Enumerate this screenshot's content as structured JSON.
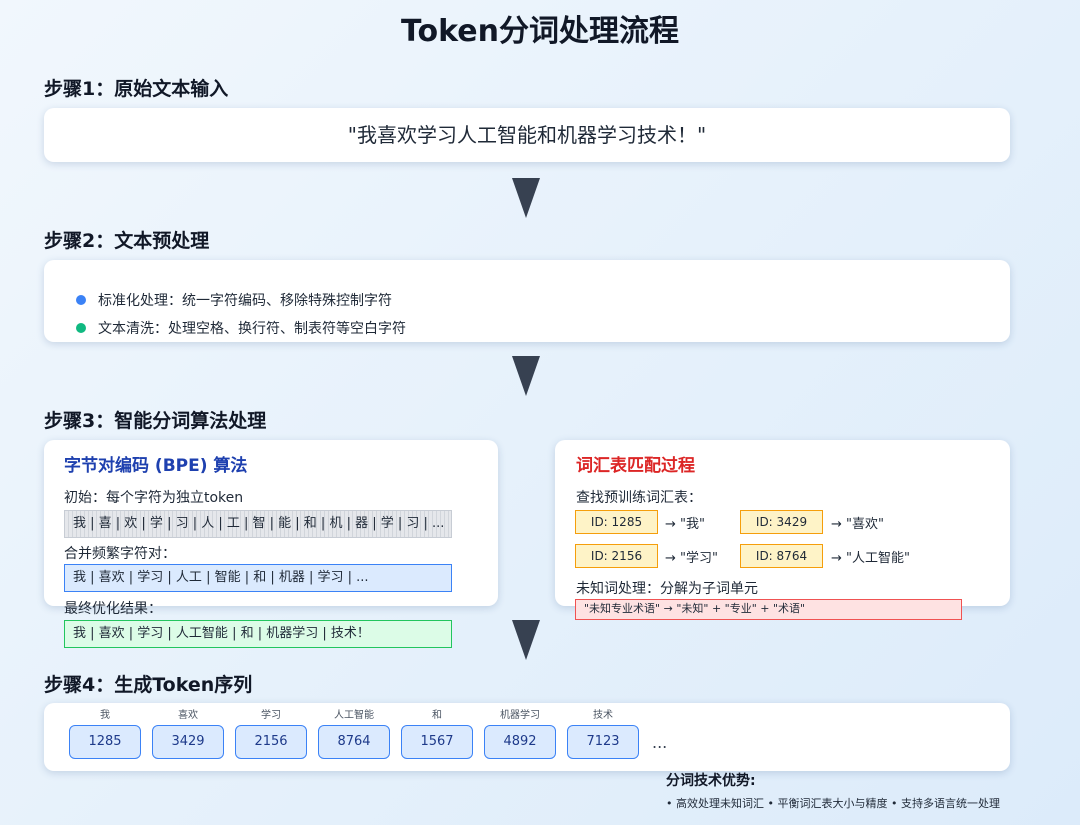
{
  "title": "Token分词处理流程",
  "step1": {
    "title": "步骤1：原始文本输入",
    "input_text": "\"我喜欢学习人工智能和机器学习技术！\""
  },
  "step2": {
    "title": "步骤2：文本预处理",
    "bullets": [
      {
        "text": "标准化处理：统一字符编码、移除特殊控制字符",
        "color": "#3b82f6"
      },
      {
        "text": "文本清洗：处理空格、换行符、制表符等空白字符",
        "color": "#10b981"
      }
    ]
  },
  "step3": {
    "title": "步骤3：智能分词算法处理",
    "bpe": {
      "title": "字节对编码 (BPE) 算法",
      "initial_label": "初始：每个字符为独立token",
      "initial_seq": "我 | 喜 | 欢 | 学 | 习 | 人 | 工 | 智 | 能 | 和 | 机 | 器 | 学 | 习 | ...",
      "merge_label": "合并频繁字符对：",
      "merge_seq": "我 | 喜欢 | 学习 | 人工 | 智能 | 和 | 机器 | 学习 | ...",
      "final_label": "最终优化结果：",
      "final_seq": "我 | 喜欢 | 学习 | 人工智能 | 和 | 机器学习 | 技术！"
    },
    "vocab": {
      "title": "词汇表匹配过程",
      "lookup_label": "查找预训练词汇表：",
      "entries": [
        {
          "id": "ID: 1285",
          "word": "→ \"我\""
        },
        {
          "id": "ID: 3429",
          "word": "→ \"喜欢\""
        },
        {
          "id": "ID: 2156",
          "word": "→ \"学习\""
        },
        {
          "id": "ID: 8764",
          "word": "→ \"人工智能\""
        }
      ],
      "unknown_label": "未知词处理：分解为子词单元",
      "unknown_example": "\"未知专业术语\" → \"未知\" + \"专业\" + \"术语\""
    }
  },
  "step4": {
    "title": "步骤4：生成Token序列",
    "tokens": [
      {
        "label": "我",
        "id": "1285"
      },
      {
        "label": "喜欢",
        "id": "3429"
      },
      {
        "label": "学习",
        "id": "2156"
      },
      {
        "label": "人工智能",
        "id": "8764"
      },
      {
        "label": "和",
        "id": "1567"
      },
      {
        "label": "机器学习",
        "id": "4892"
      },
      {
        "label": "技术",
        "id": "7123"
      }
    ],
    "ellipsis": "..."
  },
  "advantages": {
    "title": "分词技术优势:",
    "text": "• 高效处理未知词汇 • 平衡词汇表大小与精度 • 支持多语言统一处理"
  },
  "colors": {
    "bpe_title": "#1e40af",
    "vocab_title": "#dc2626",
    "arrow": "#374151"
  }
}
